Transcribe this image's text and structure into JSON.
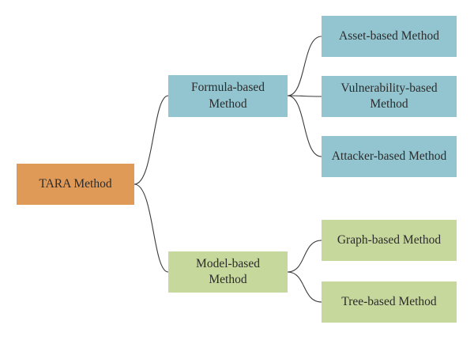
{
  "diagram": {
    "root": {
      "label": "TARA Method"
    },
    "branches": [
      {
        "label": "Formula-based\nMethod",
        "children": [
          {
            "label": "Asset-based Method"
          },
          {
            "label": "Vulnerability-based\nMethod"
          },
          {
            "label": "Attacker-based Method"
          }
        ]
      },
      {
        "label": "Model-based\nMethod",
        "children": [
          {
            "label": "Graph-based Method"
          },
          {
            "label": "Tree-based Method"
          }
        ]
      }
    ]
  },
  "colors": {
    "root": "#e09a58",
    "formula_branch": "#93c5d0",
    "model_branch": "#c7d89d",
    "connector": "#3a3a3a"
  }
}
